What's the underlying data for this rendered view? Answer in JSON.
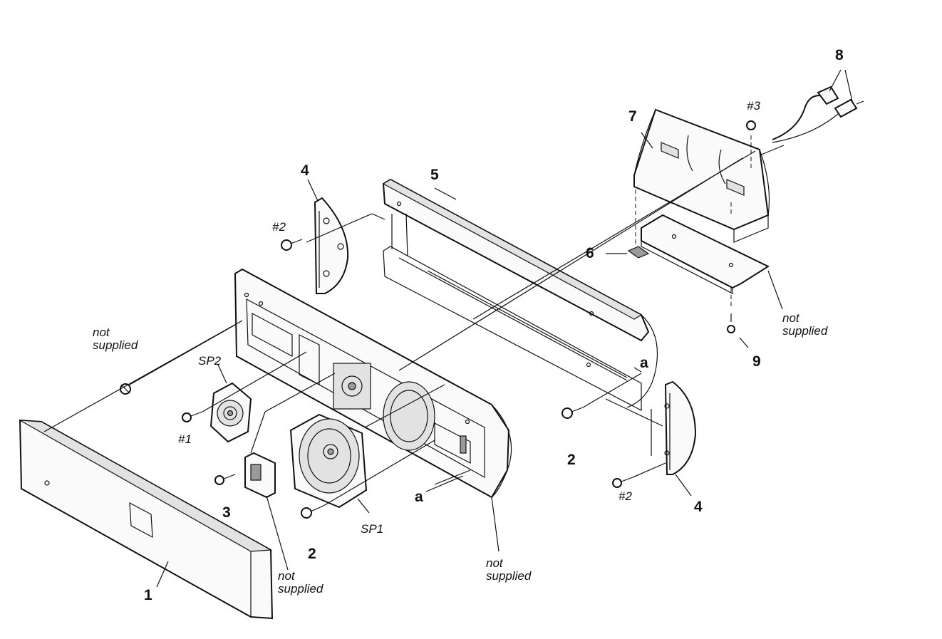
{
  "labels": {
    "p1": "1",
    "p2a": "2",
    "p2b": "2",
    "p3": "3",
    "p4a": "4",
    "p4b": "4",
    "p5": "5",
    "p6": "6",
    "p7": "7",
    "p8": "8",
    "p9": "9",
    "a1": "a",
    "a2": "a",
    "sp1": "SP1",
    "sp2": "SP2",
    "s1": "#1",
    "s2a": "#2",
    "s2b": "#2",
    "s3": "#3"
  },
  "callouts": {
    "c1": [
      "not",
      "supplied"
    ],
    "c2": [
      "not",
      "supplied"
    ],
    "c3": [
      "not",
      "supplied"
    ],
    "c4": [
      "not",
      "supplied"
    ]
  }
}
